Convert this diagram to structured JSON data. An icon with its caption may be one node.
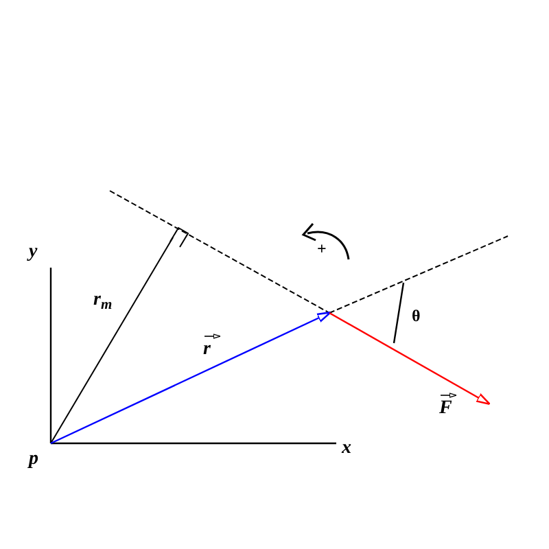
{
  "diagram": {
    "labels": [
      "+",
      "y",
      "r$_{m}$",
      "θ",
      "r",
      "F",
      "x",
      "p"
    ]
  }
}
